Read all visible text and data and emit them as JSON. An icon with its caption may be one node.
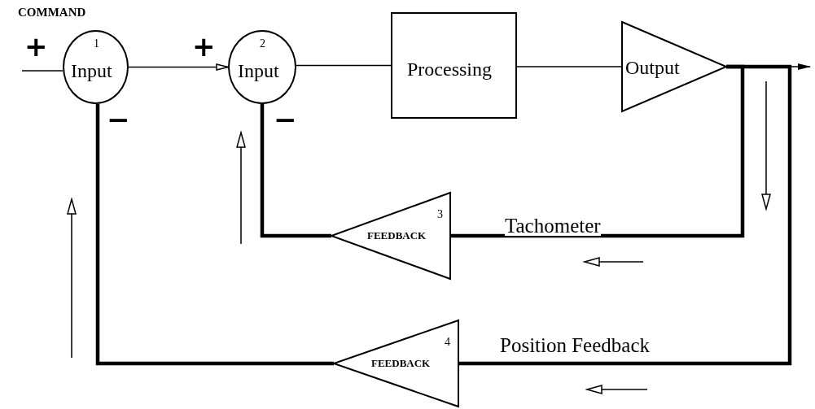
{
  "diagram": {
    "nodes": [
      {
        "text": [
          "1",
          "Input"
        ]
      },
      {
        "text": [
          "2",
          "Input"
        ]
      },
      {
        "text": [
          "Processing"
        ]
      },
      {
        "text": [
          "Output"
        ]
      },
      {
        "text": [
          "3",
          "FEEDBACK"
        ]
      },
      {
        "text": [
          "4",
          "FEEDBACK"
        ]
      }
    ],
    "edges": [
      {
        "from": null,
        "to": 0,
        "arrow": "none"
      },
      {
        "from": 0,
        "to": 1,
        "arrow": "to"
      },
      {
        "from": 1,
        "to": 2,
        "arrow": "none"
      },
      {
        "from": 2,
        "to": 3,
        "arrow": "none"
      },
      {
        "from": 3,
        "to": null,
        "arrow": "to"
      },
      {
        "from": 3,
        "to": 4,
        "arrow": "none",
        "style": "thick",
        "label": "Tachometer"
      },
      {
        "from": 4,
        "to": 1,
        "arrow": "none",
        "style": "thick"
      },
      {
        "from": 3,
        "to": 5,
        "arrow": "none",
        "style": "thick",
        "label": "Position Feedback"
      },
      {
        "from": 5,
        "to": 0,
        "arrow": "none",
        "style": "thick"
      }
    ],
    "labels": [
      "COMMAND",
      "+",
      "+",
      "−",
      "−"
    ]
  }
}
